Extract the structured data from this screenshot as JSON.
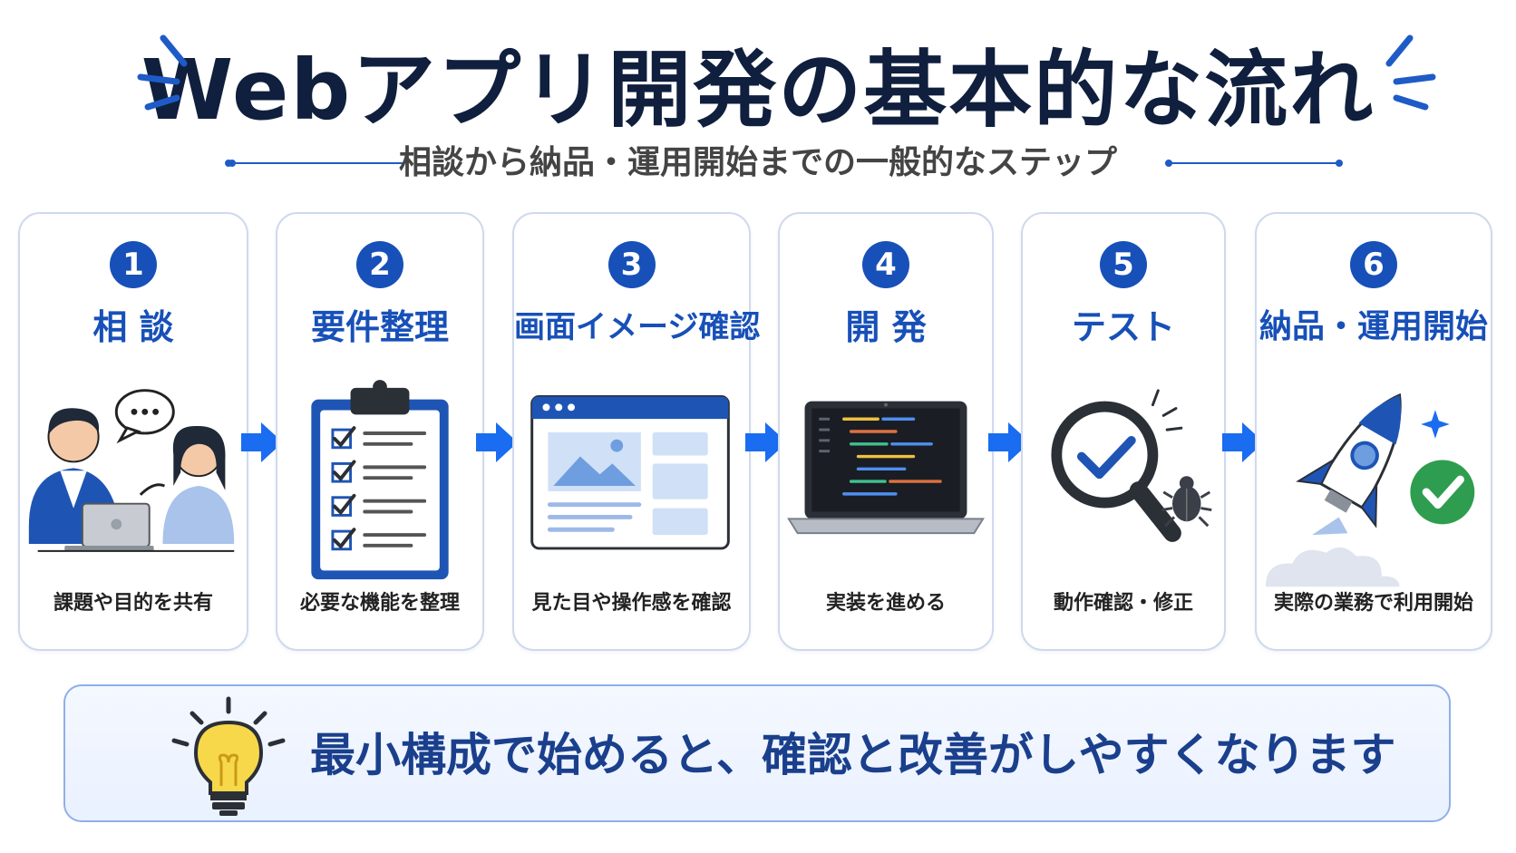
{
  "title": "Webアプリ開発の基本的な流れ",
  "subtitle": "相談から納品・運用開始までの一般的なステップ",
  "steps": [
    {
      "number": "1",
      "title": "相 談",
      "description": "課題や目的を共有"
    },
    {
      "number": "2",
      "title": "要件整理",
      "description": "必要な機能を整理"
    },
    {
      "number": "3",
      "title": "画面イメージ確認",
      "description": "見た目や操作感を確認"
    },
    {
      "number": "4",
      "title": "開 発",
      "description": "実装を進める"
    },
    {
      "number": "5",
      "title": "テスト",
      "description": "動作確認・修正"
    },
    {
      "number": "6",
      "title": "納品・運用開始",
      "description": "実際の業務で利用開始"
    }
  ],
  "tip": "最小構成で始めると、確認と改善がしやすくなります",
  "colors": {
    "primary": "#1750b8",
    "navy": "#0f1f3d",
    "arrow": "#1a6cf0",
    "green": "#2e9d4f",
    "bulb": "#f7d84a"
  }
}
